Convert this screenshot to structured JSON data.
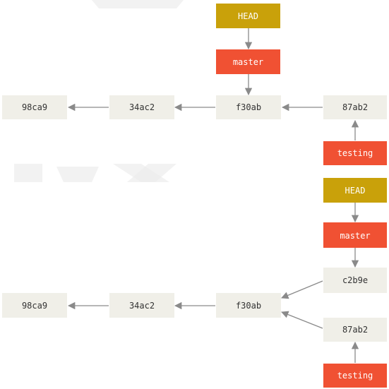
{
  "colors": {
    "commit": "#f0efe8",
    "branch": "#f05133",
    "head": "#c9a10a",
    "arrow": "#8a8a8a",
    "commit_text": "#333333",
    "label_text": "#ffffff"
  },
  "diagram_top": {
    "head": "HEAD",
    "master": "master",
    "testing": "testing",
    "commits": [
      "98ca9",
      "34ac2",
      "f30ab",
      "87ab2"
    ]
  },
  "diagram_bottom": {
    "head": "HEAD",
    "master": "master",
    "testing": "testing",
    "commits": [
      "98ca9",
      "34ac2",
      "f30ab",
      "c2b9e",
      "87ab2"
    ]
  }
}
